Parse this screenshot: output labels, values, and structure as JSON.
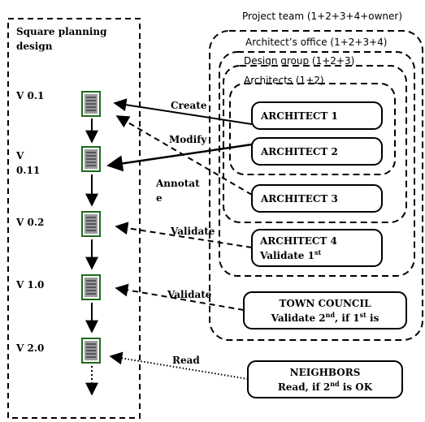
{
  "left_panel": {
    "title_line1": "Square planning",
    "title_line2": "design"
  },
  "versions": [
    {
      "lines": [
        "V 0.1"
      ]
    },
    {
      "lines": [
        "V",
        "0.11"
      ]
    },
    {
      "lines": [
        "V 0.2"
      ]
    },
    {
      "lines": [
        "V 1.0"
      ]
    },
    {
      "lines": [
        "V 2.0"
      ]
    }
  ],
  "groups": {
    "project_team": "Project team (1+2+3+4+owner)",
    "architects_office": "Architect’s office (1+2+3+4)",
    "design_group": "Design group (1+2+3)",
    "architects": "Architects (1+2)"
  },
  "actors": {
    "architect1": "ARCHITECT 1",
    "architect2": "ARCHITECT 2",
    "architect3": "ARCHITECT 3",
    "architect4_line1": "ARCHITECT 4",
    "architect4_line2": "Validate 1",
    "architect4_sup": "st",
    "town_council_line1": "TOWN COUNCIL",
    "town_council_line2_a": "Validate 2",
    "town_council_line2_sup1": "nd",
    "town_council_line2_b": ", if 1",
    "town_council_line2_sup2": "st",
    "town_council_line2_c": " is",
    "neighbors_line1": "NEIGHBORS",
    "neighbors_line2_a": "Read, if 2",
    "neighbors_line2_sup": "nd",
    "neighbors_line2_b": " is OK"
  },
  "actions": {
    "create": "Create",
    "modify": "Modify",
    "annotate_line1": "Annotat",
    "annotate_line2": "e",
    "validate1": "Validate",
    "validate2": "Validate",
    "read": "Read"
  },
  "icons": {
    "document": "document-icon"
  }
}
